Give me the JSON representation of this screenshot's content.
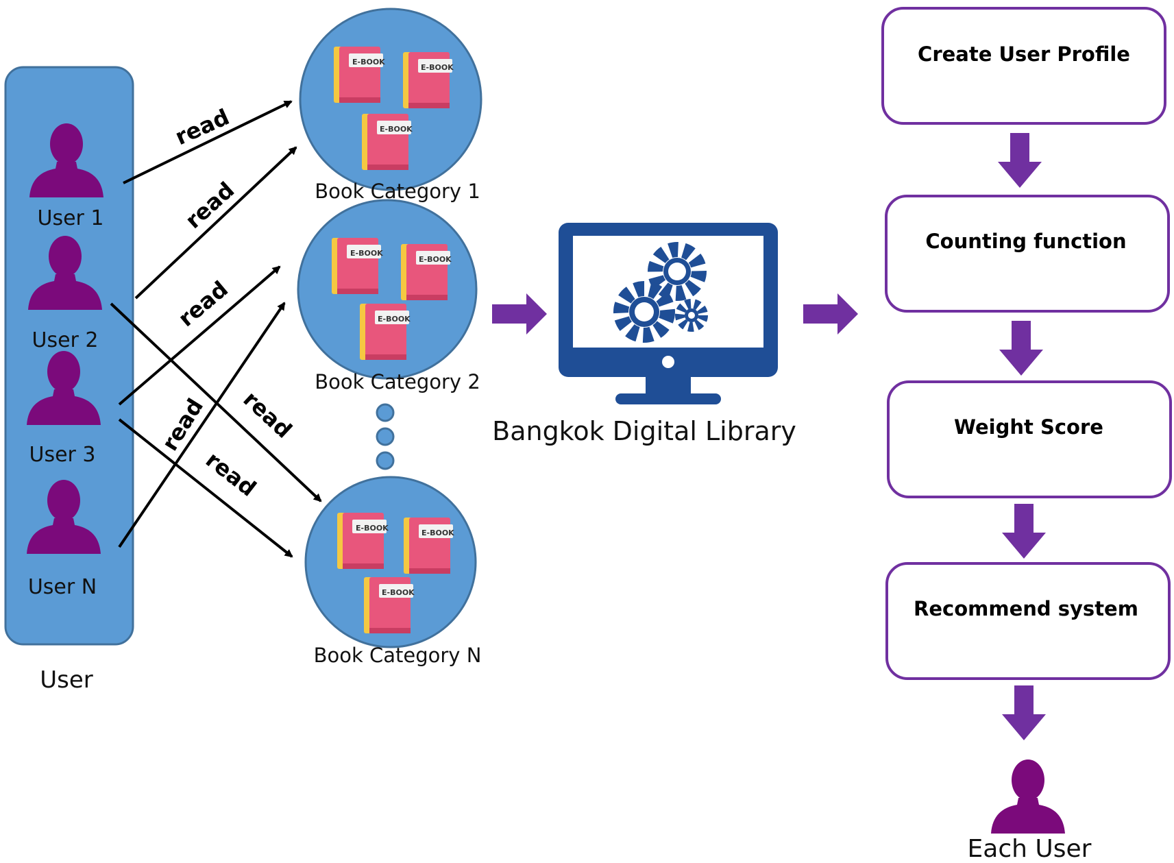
{
  "user_panel": {
    "title": "User",
    "users": [
      "User 1",
      "User 2",
      "User 3",
      "User N"
    ]
  },
  "categories": {
    "labels": [
      "Book Category 1",
      "Book Category 2",
      "Book Category N"
    ],
    "book_tag": "E-BOOK"
  },
  "edges": {
    "label": "read"
  },
  "library": {
    "label": "Bangkok Digital Library"
  },
  "process_steps": [
    "Create User Profile",
    "Counting function",
    "Weight Score",
    "Recommend system"
  ],
  "output": {
    "label": "Each User"
  },
  "colors": {
    "user_panel_fill": "#5b9bd5",
    "user_panel_stroke": "#41719c",
    "person_fill": "#7b0a7b",
    "circle_fill": "#5b9bd5",
    "book_fill": "#e8567c",
    "book_spine": "#f5c842",
    "monitor_fill": "#1f4e96",
    "purple_accent": "#7030a0"
  },
  "icons": {
    "user": "person-silhouette-icon",
    "book": "ebook-icon",
    "library": "monitor-gears-icon",
    "arrow": "purple-block-arrow-icon"
  }
}
